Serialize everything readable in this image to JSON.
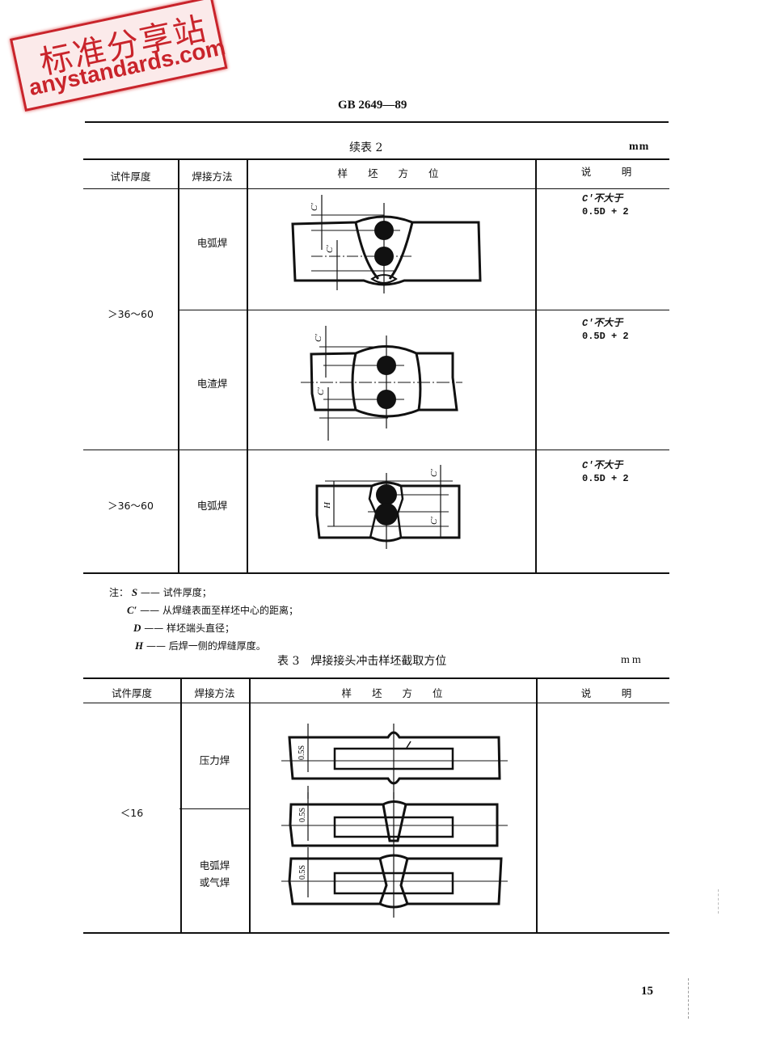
{
  "watermark": {
    "chinese": "标准分享站",
    "url": "anystandards.com",
    "color": "#c9242b"
  },
  "header": {
    "standard_code": "GB 2649—89"
  },
  "table2_continued": {
    "caption": "续表 2",
    "unit": "mm",
    "columns": [
      "试件厚度",
      "焊接方法",
      "样　　坯　　方　　位",
      "说　　　明"
    ],
    "rows": [
      {
        "thickness": "＞36～60",
        "method": "电弧焊",
        "diagram": "arc-weld-double-v-two-specimens",
        "note_line1": "C′不大于",
        "note_line2": "0.5D + 2"
      },
      {
        "thickness": "",
        "method": "电渣焊",
        "diagram": "electroslag-weld-two-specimens",
        "note_line1": "C′不大于",
        "note_line2": "0.5D + 2"
      },
      {
        "thickness": "＞36～60",
        "method": "电弧焊",
        "diagram": "arc-weld-H-two-specimens",
        "note_line1": "C′不大于",
        "note_line2": "0.5D + 2"
      }
    ],
    "diagram_labels": {
      "c_prime": "C′",
      "h": "H"
    }
  },
  "notes": {
    "prefix": "注：",
    "items": [
      {
        "symbol": "S",
        "text": "—— 试件厚度；"
      },
      {
        "symbol": "C′",
        "text": "—— 从焊缝表面至样坯中心的距离；"
      },
      {
        "symbol": "D",
        "text": "—— 样坯端头直径；"
      },
      {
        "symbol": "H",
        "text": "—— 后焊一侧的焊缝厚度。"
      }
    ]
  },
  "table3": {
    "caption": "表 3　焊接接头冲击样坯截取方位",
    "unit": "mm",
    "columns": [
      "试件厚度",
      "焊接方法",
      "样　　坯　　方　　位",
      "说　　　明"
    ],
    "thickness": "＜16",
    "rows": [
      {
        "method_line1": "压力焊",
        "method_line2": "",
        "diagram": "pressure-weld-specimen",
        "note": ""
      },
      {
        "method_line1": "电弧焊",
        "method_line2": "或气焊",
        "diagram": "arc-or-gas-weld-specimens",
        "note": ""
      }
    ],
    "diagram_labels": {
      "half_s": "0.5S"
    }
  },
  "footer": {
    "page_number": "15"
  }
}
